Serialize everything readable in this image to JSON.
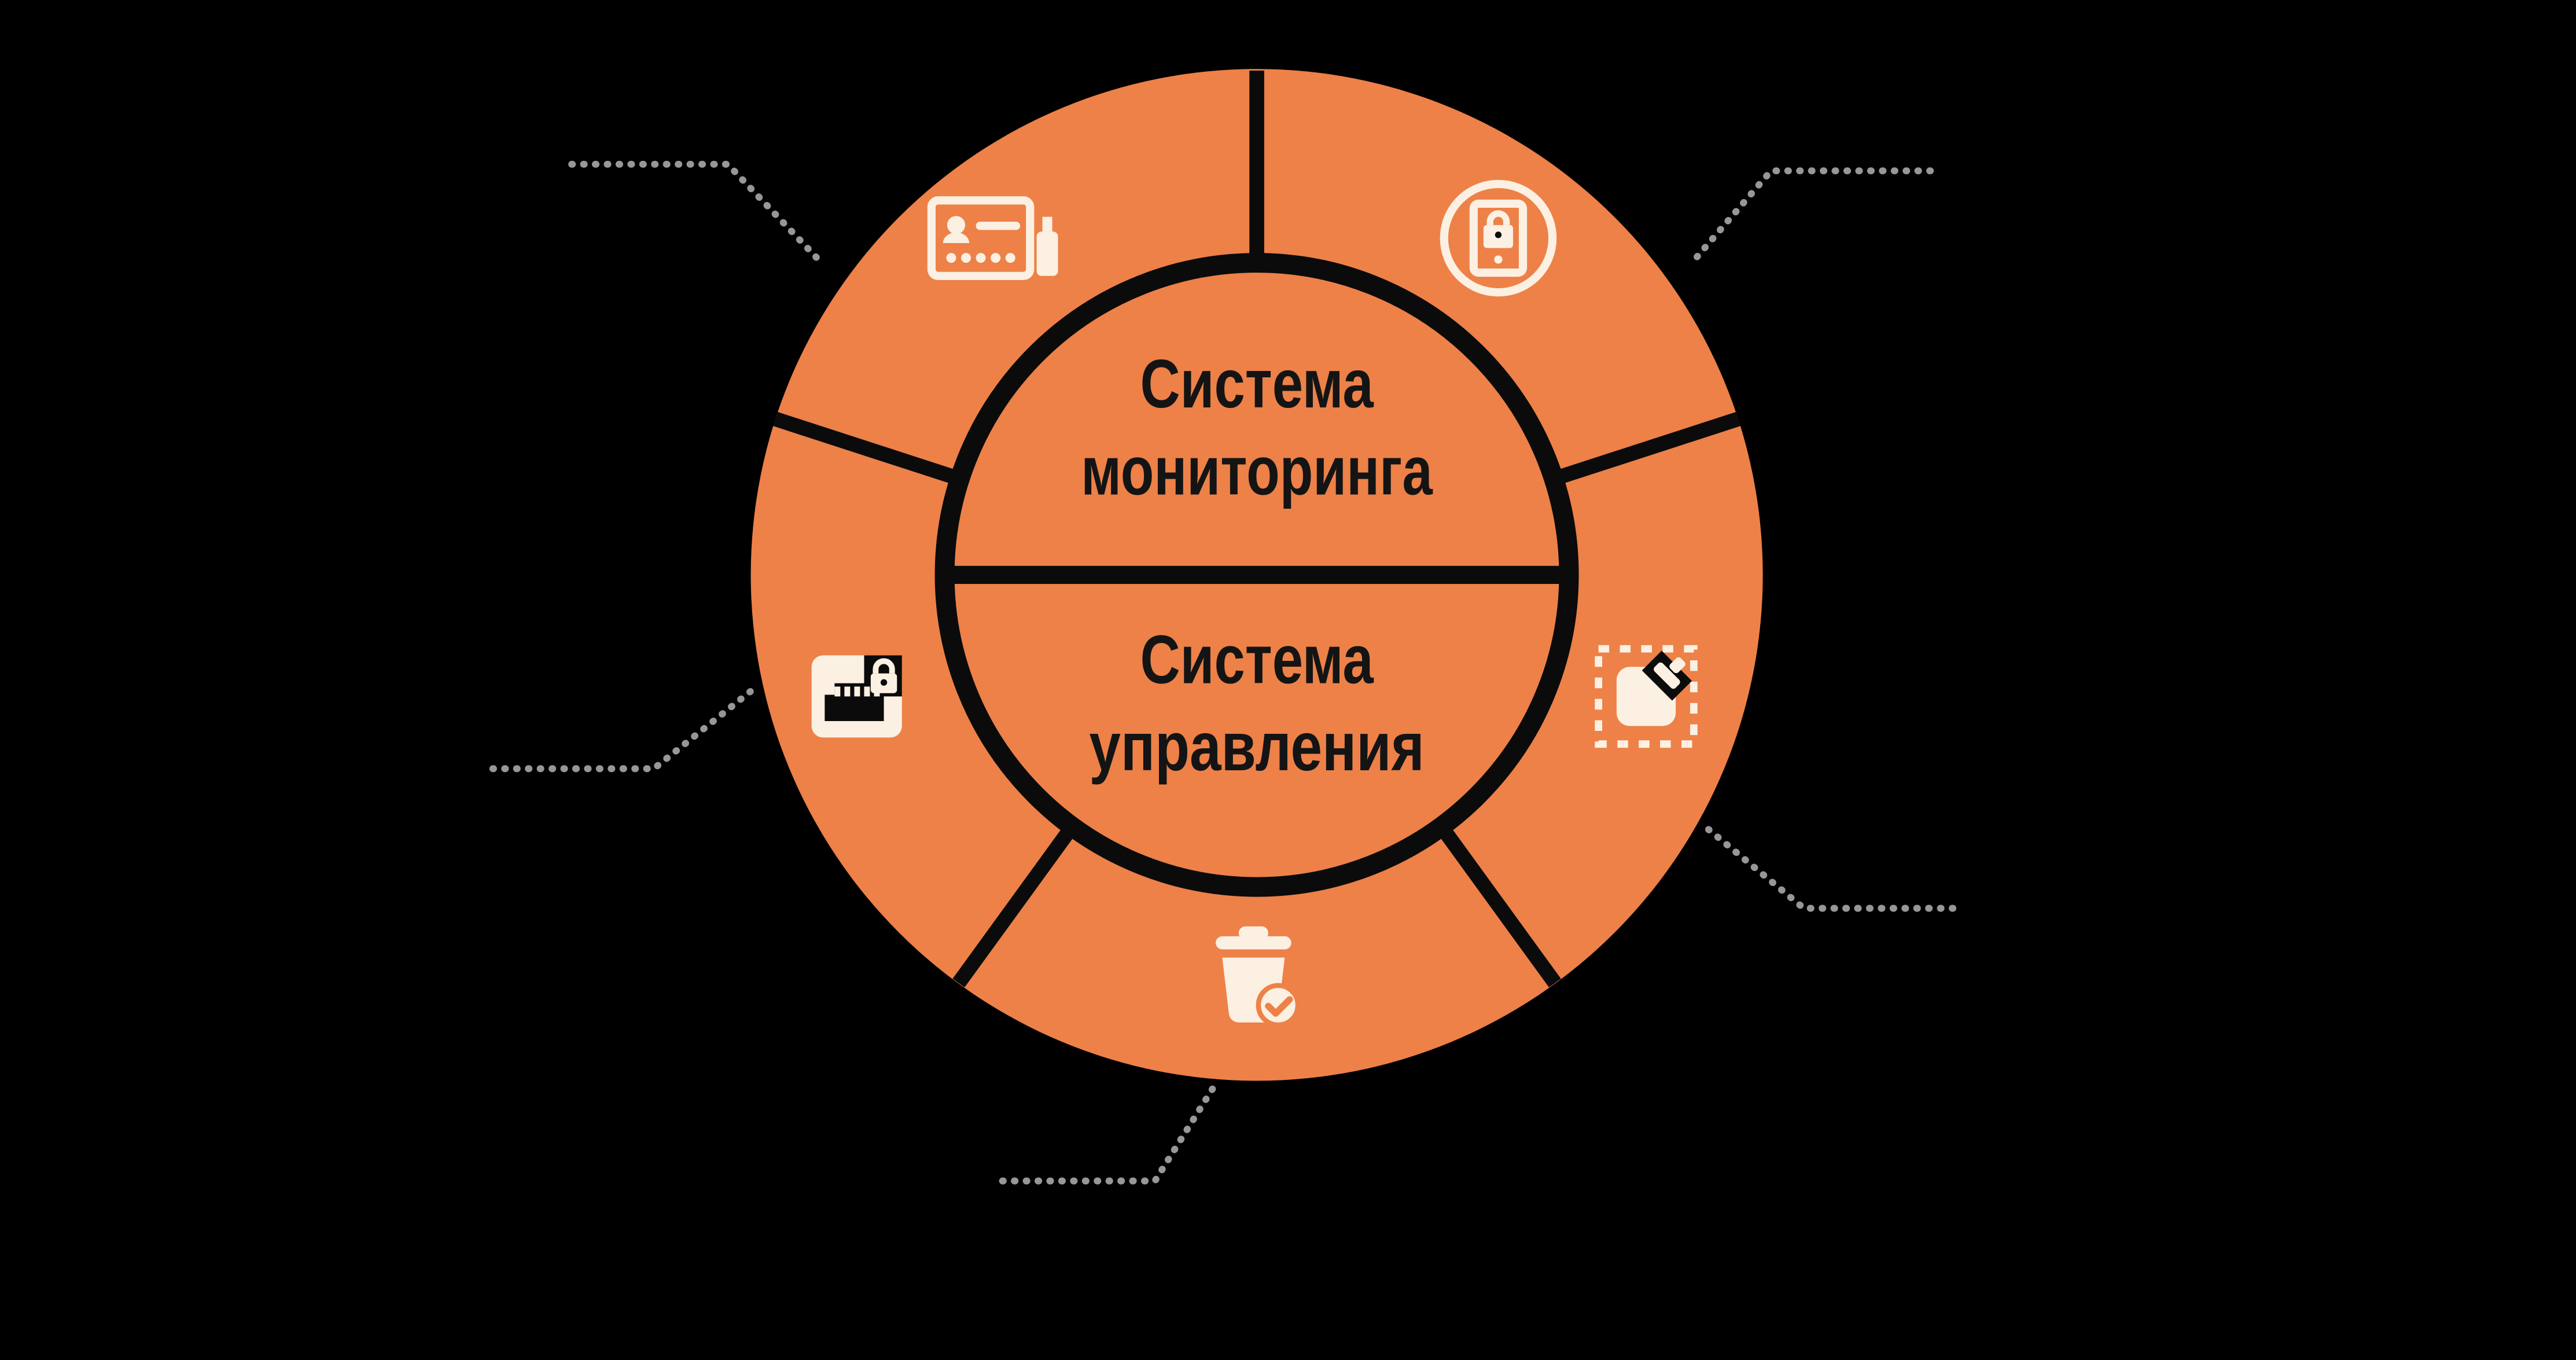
{
  "diagram": {
    "center": {
      "monitoring": {
        "line1": "Система",
        "line2": "мониторинга"
      },
      "management": {
        "line1": "Система",
        "line2": "управления"
      }
    },
    "segments": [
      {
        "position": "top-left",
        "icon": "id-card-password-usb-icon"
      },
      {
        "position": "top-right",
        "icon": "server-lock-icon"
      },
      {
        "position": "right",
        "icon": "patch-management-icon"
      },
      {
        "position": "bottom",
        "icon": "trash-check-icon"
      },
      {
        "position": "left",
        "icon": "network-port-lock-icon"
      }
    ],
    "colors": {
      "background": "#000000",
      "wheel": "#ED8148",
      "icons": "#FBF0E2",
      "dividers": "#0B0B0B",
      "connectors": "#979797",
      "text": "#141414"
    }
  }
}
